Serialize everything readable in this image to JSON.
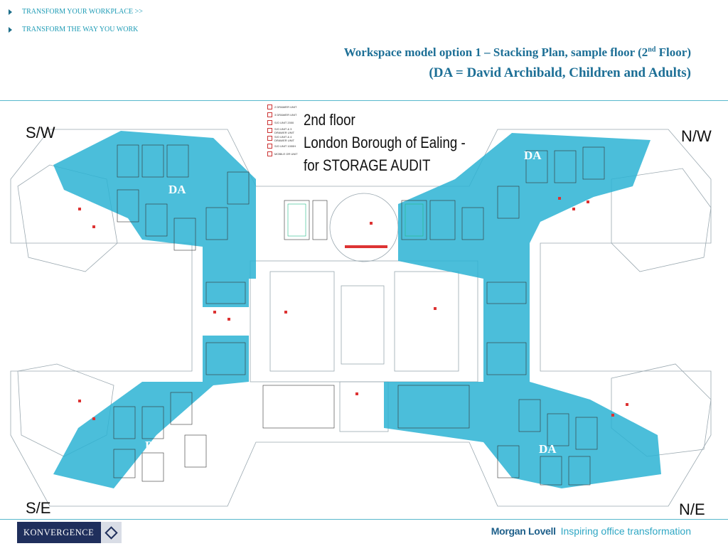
{
  "nav": {
    "item1": "TRANSFORM YOUR WORKPLACE >>",
    "item2": "TRANSFORM THE WAY YOU WORK"
  },
  "title": {
    "line1_main": "Workspace model option 1 – Stacking Plan, sample floor (2",
    "line1_sup": "nd",
    "line1_end": " Floor)",
    "line2": "(DA = David Archibald, Children and Adults)"
  },
  "compass": {
    "sw": "S/W",
    "nw": "N/W",
    "se": "S/E",
    "ne": "N/E"
  },
  "floor_note": {
    "line1": "2nd floor",
    "line2": "London Borough of Ealing -",
    "line3": "for STORAGE AUDIT"
  },
  "legend": [
    "2 DRAWER UNIT",
    "3 DRAWER UNIT",
    "S/O UNIT 2000",
    "S/O UNIT & 3 DRAWER UNIT",
    "S/O UNIT & 4 DRAWER UNIT",
    "S/O UNIT 1000H",
    "MOBILE OR UNIT"
  ],
  "zones": {
    "da": "DA"
  },
  "footer": {
    "konvergence": "KONVERGENCE",
    "brand_name": "Morgan Lovell",
    "brand_tagline": "Inspiring office transformation"
  },
  "colors": {
    "zone_fill": "#2cb3d4",
    "accent": "#1d6f96",
    "rule": "#58b8cc"
  }
}
